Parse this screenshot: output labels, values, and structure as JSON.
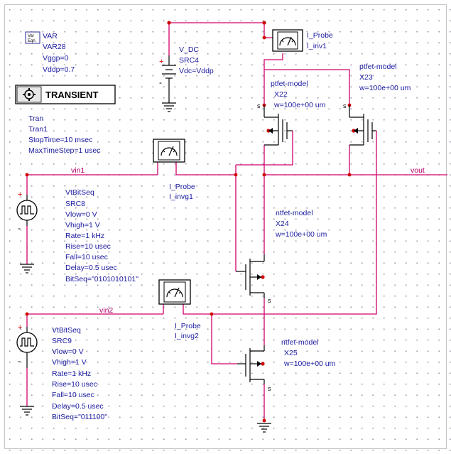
{
  "var_block": {
    "icon_text": [
      "Var",
      "Eqn"
    ],
    "title": "VAR",
    "name": "VAR28",
    "lines": [
      "Vggp=0",
      "Vddp=0.7"
    ]
  },
  "transient": {
    "label": "TRANSIENT",
    "title": "Tran",
    "name": "Tran1",
    "lines": [
      "StopTime=10 msec",
      "MaxTimeStep=1 usec"
    ]
  },
  "vdc": {
    "title": "V_DC",
    "name": "SRC4",
    "param": "Vdc=Vddp",
    "plus": "+",
    "minus": "-"
  },
  "probe_inv1": {
    "title": "I_Probe",
    "name": "I_inv1"
  },
  "probe_invg1": {
    "title": "I_Probe",
    "name": "I_invg1"
  },
  "probe_invg2": {
    "title": "I_Probe",
    "name": "I_invg2"
  },
  "x22": {
    "title": "ptfet-model",
    "name": "X22",
    "param": "w=100e+00 um",
    "pin": "s"
  },
  "x23": {
    "title": "ptfet-model",
    "name": "X23",
    "param": "w=100e+00 um",
    "pin": "s"
  },
  "x24": {
    "title": "ntfet-model",
    "name": "X24",
    "param": "w=100e+00 um",
    "pin": "s"
  },
  "x25": {
    "title": "ntfet-model",
    "name": "X25",
    "param": "w=100e+00 um",
    "pin": "s"
  },
  "src8": {
    "title": "VtBitSeq",
    "name": "SRC8",
    "lines": [
      "Vlow=0 V",
      "Vhigh=1 V",
      "Rate=1 kHz",
      "Rise=10 usec",
      "Fall=10 usec",
      "Delay=0.5 usec",
      "BitSeq=\"0101010101\""
    ],
    "plus": "+",
    "minus": "-"
  },
  "src9": {
    "title": "VtBitSeq",
    "name": "SRC9",
    "lines": [
      "Vlow=0 V",
      "Vhigh=1 V",
      "Rate=1 kHz",
      "Rise=10 usec",
      "Fall=10 usec",
      "Delay=0.5 usec",
      "BitSeq=\"011100\""
    ],
    "plus": "+",
    "minus": "-"
  },
  "nets": {
    "vin1": "vin1",
    "vin2": "vin2",
    "vout": "vout"
  }
}
